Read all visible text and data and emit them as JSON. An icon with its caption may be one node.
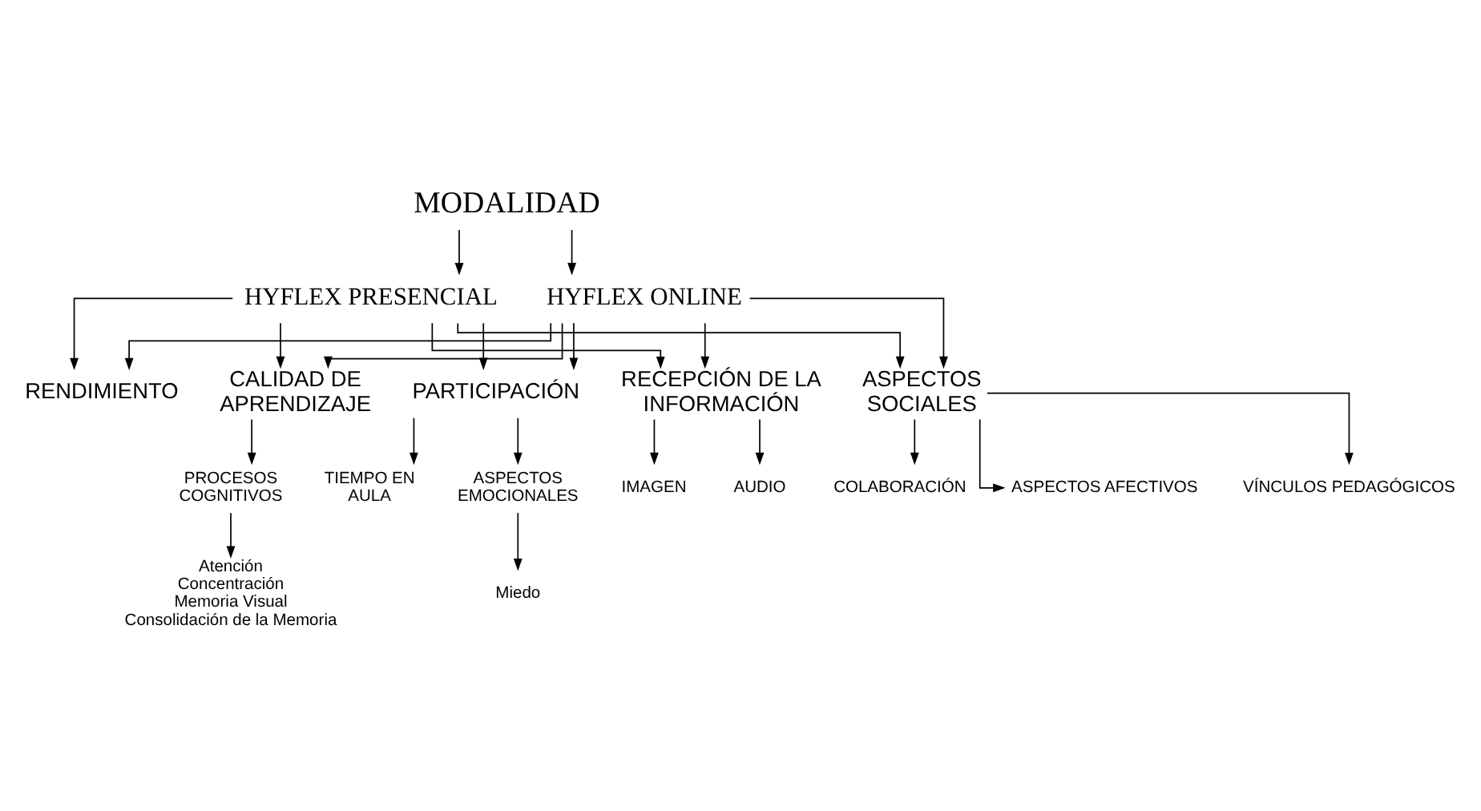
{
  "diagram": {
    "nodes": [
      {
        "text": [
          "MODALIDAD"
        ]
      },
      {
        "text": [
          "HYFLEX PRESENCIAL"
        ]
      },
      {
        "text": [
          "HYFLEX ONLINE"
        ]
      },
      {
        "text": [
          "CALIDAD DE APRENDIZAJE"
        ]
      },
      {
        "text": [
          "RENDIMIENTO"
        ]
      },
      {
        "text": [
          "PARTICIPACIÓN"
        ]
      },
      {
        "text": [
          "RECEPCIÓN DE LA INFORMACIÓN"
        ]
      },
      {
        "text": [
          "ASPECTOS SOCIALES"
        ]
      },
      {
        "text": [
          "PROCESOS COGNITIVOS"
        ]
      },
      {
        "text": [
          "Atención",
          "Concentración",
          "Memoria Visual",
          "Consolidación de la Memoria"
        ]
      },
      {
        "text": [
          "TIEMPO EN AULA"
        ]
      },
      {
        "text": [
          "ASPECTOS EMOCIONALES"
        ]
      },
      {
        "text": [
          "Miedo"
        ]
      },
      {
        "text": [
          "IMAGEN"
        ]
      },
      {
        "text": [
          "AUDIO"
        ]
      },
      {
        "text": [
          "COLABORACIÓN"
        ]
      },
      {
        "text": [
          "ASPECTOS AFECTIVOS"
        ]
      },
      {
        "text": [
          "VÍNCULOS PEDAGÓGICOS"
        ]
      }
    ],
    "edges": [
      {
        "from": 0,
        "to": 1,
        "arrow": "to"
      },
      {
        "from": 0,
        "to": 2,
        "arrow": "to"
      },
      {
        "from": 1,
        "to": 3,
        "arrow": "to"
      },
      {
        "from": 1,
        "to": 4,
        "arrow": "to"
      },
      {
        "from": 1,
        "to": 5,
        "arrow": "to"
      },
      {
        "from": 1,
        "to": 6,
        "arrow": "to"
      },
      {
        "from": 1,
        "to": 7,
        "arrow": "to"
      },
      {
        "from": 2,
        "to": 3,
        "arrow": "to"
      },
      {
        "from": 2,
        "to": 4,
        "arrow": "to"
      },
      {
        "from": 2,
        "to": 5,
        "arrow": "to"
      },
      {
        "from": 2,
        "to": 6,
        "arrow": "to"
      },
      {
        "from": 2,
        "to": 7,
        "arrow": "to"
      },
      {
        "from": 3,
        "to": 8,
        "arrow": "to"
      },
      {
        "from": 8,
        "to": 9,
        "arrow": "to"
      },
      {
        "from": 5,
        "to": 10,
        "arrow": "to"
      },
      {
        "from": 5,
        "to": 11,
        "arrow": "to"
      },
      {
        "from": 11,
        "to": 12,
        "arrow": "to"
      },
      {
        "from": 6,
        "to": 13,
        "arrow": "to"
      },
      {
        "from": 6,
        "to": 14,
        "arrow": "to"
      },
      {
        "from": 7,
        "to": 15,
        "arrow": "to"
      },
      {
        "from": 7,
        "to": 16,
        "arrow": "to"
      },
      {
        "from": 7,
        "to": 17,
        "arrow": "to"
      }
    ]
  }
}
